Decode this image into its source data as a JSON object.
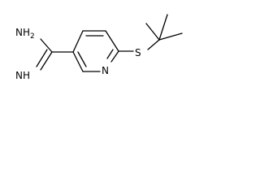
{
  "molecule": {
    "labels": {
      "amine": "NH",
      "amine_subscript": "2",
      "imine": "NH",
      "ring_nitrogen": "N",
      "sulfur": "S"
    }
  }
}
